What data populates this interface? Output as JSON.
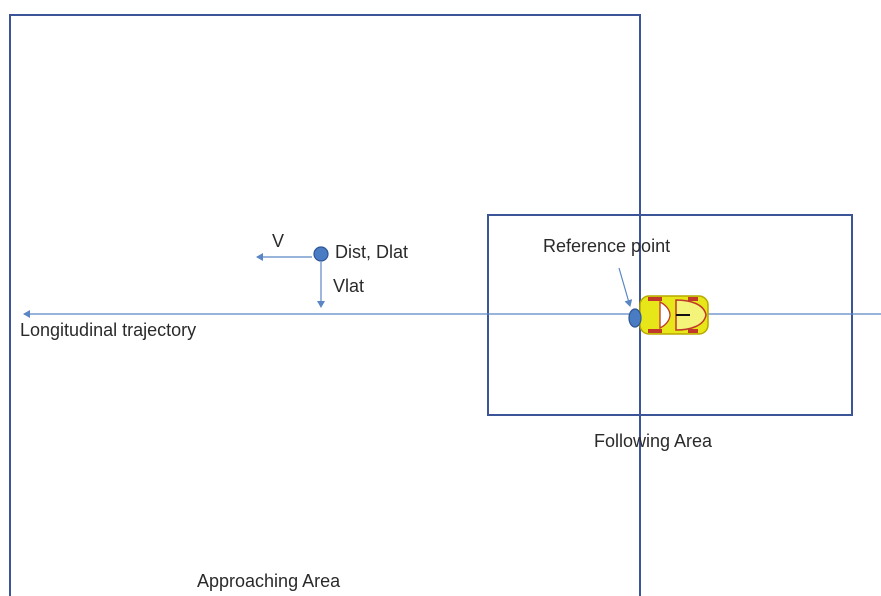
{
  "labels": {
    "v": "V",
    "dist_dlat": "Dist, Dlat",
    "vlat": "Vlat",
    "reference_point": "Reference point",
    "longitudinal_trajectory": "Longitudinal trajectory",
    "following_area": "Following Area",
    "approaching_area": "Approaching Area"
  },
  "colors": {
    "area_border": "#3b5598",
    "trajectory_line": "#5b86c4",
    "point_fill": "#4a7cc4",
    "point_stroke": "#2f5597",
    "text": "#2a2a2a",
    "car_body": "#e6e619",
    "car_trim": "#c0392b"
  },
  "icons": {
    "vehicle": "car-top-view-icon",
    "target_point": "target-point-icon",
    "reference_point": "reference-point-icon"
  }
}
